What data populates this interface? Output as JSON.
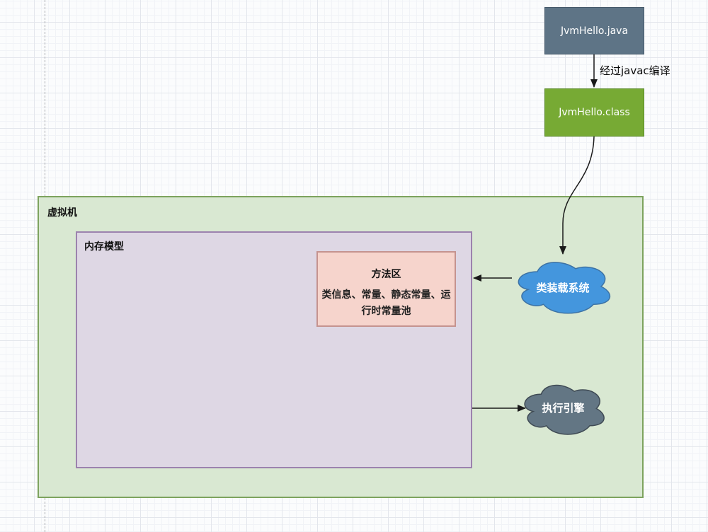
{
  "canvas": {
    "nodes": {
      "java_file": {
        "label": "JvmHello.java",
        "fill": "#5e7486",
        "text_color": "#ffffff"
      },
      "class_file": {
        "label": "JvmHello.class",
        "fill": "#77aa34",
        "text_color": "#ffffff"
      },
      "vm": {
        "label": "虚拟机",
        "fill": "#d9e8d2",
        "border": "#7da35e"
      },
      "memory_model": {
        "label": "内存模型",
        "fill": "#ded7e4",
        "border": "#9c82ae"
      },
      "method_area": {
        "title": "方法区",
        "body": "类信息、常量、静态常量、运行时常量池",
        "fill": "#f6d4cc",
        "border": "#c5938f"
      },
      "class_loading_system": {
        "label": "类装载系统",
        "fill": "#4496dd",
        "border": "#3d72a4",
        "text_color": "#ffffff"
      },
      "execution_engine": {
        "label": "执行引擎",
        "fill": "#637684",
        "border": "#3f4a54",
        "text_color": "#ffffff"
      }
    },
    "edges": {
      "javac_compile": {
        "label": "经过javac编译"
      }
    }
  }
}
